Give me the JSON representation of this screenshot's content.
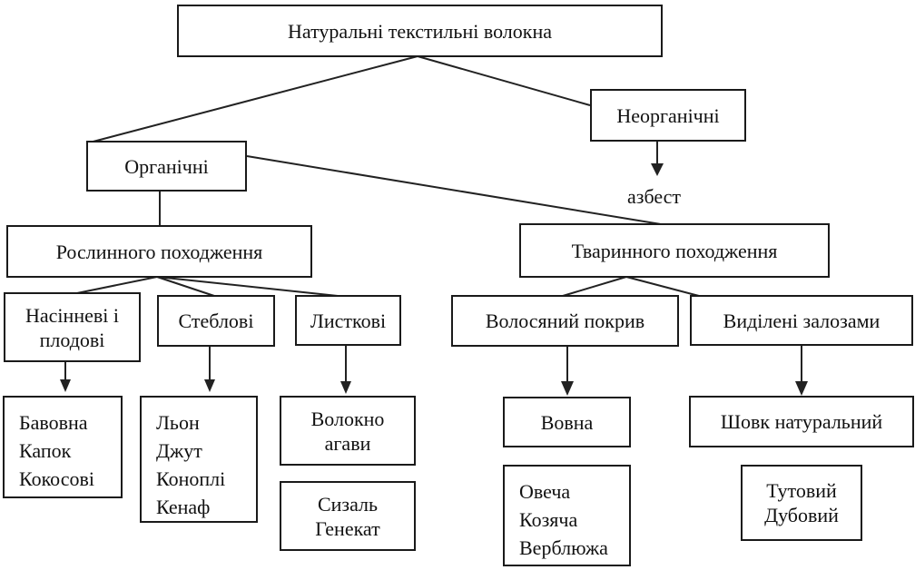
{
  "nodes": {
    "root": "Натуральні текстильні волокна",
    "inorganic": "Неорганічні",
    "asbestos": "азбест",
    "organic": "Органічні",
    "plant_origin": "Рослинного походження",
    "animal_origin": "Тваринного походження",
    "seed_fruit": [
      "Насінневі і",
      "плодові"
    ],
    "stem": "Стеблові",
    "leaf": "Листкові",
    "hair_cover": "Волосяний покрив",
    "gland_secreted": "Виділені залозами",
    "seed_examples": [
      "Бавовна",
      "Капок",
      "Кокосові"
    ],
    "stem_examples": [
      "Льон",
      "Джут",
      "Коноплі",
      "Кенаф"
    ],
    "agave_fiber": [
      "Волокно",
      "агави"
    ],
    "agave_examples": [
      "Сизаль",
      "Генекат"
    ],
    "wool": "Вовна",
    "wool_examples": [
      "Овеча",
      "Козяча",
      "Верблюжа"
    ],
    "silk": "Шовк натуральний",
    "silk_examples": [
      "Тутовий",
      "Дубовий"
    ]
  }
}
